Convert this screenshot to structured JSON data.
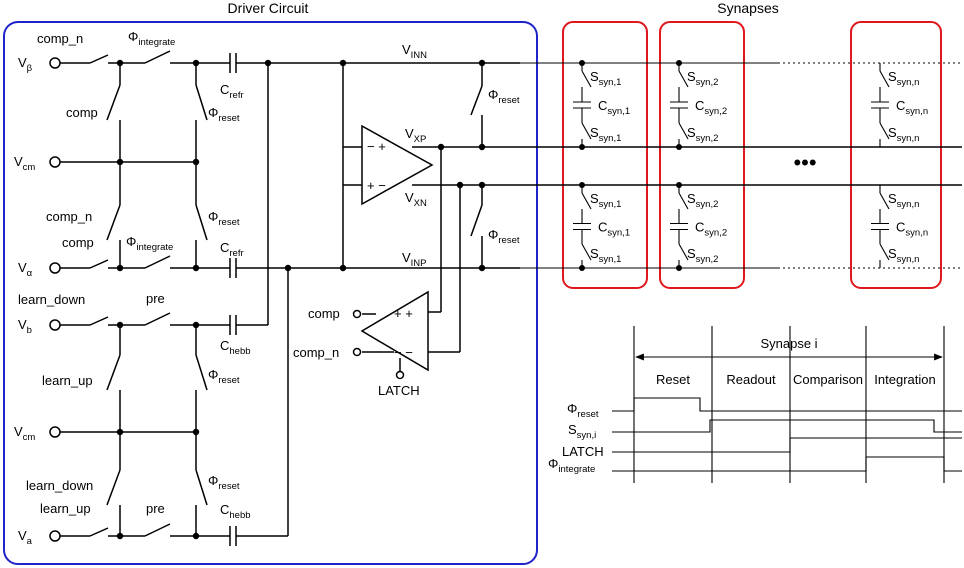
{
  "titles": {
    "driver": "Driver Circuit",
    "synapses": "Synapses"
  },
  "colors": {
    "driver_box": "#1f24c8",
    "synapse_box": "#e0171b"
  },
  "inputs": {
    "vbeta": {
      "main": "V",
      "sub": "β"
    },
    "vcm1": {
      "main": "V",
      "sub": "cm"
    },
    "valpha": {
      "main": "V",
      "sub": "α"
    },
    "vb": {
      "main": "V",
      "sub": "b"
    },
    "vcm2": {
      "main": "V",
      "sub": "cm"
    },
    "va": {
      "main": "V",
      "sub": "a"
    }
  },
  "switches": {
    "comp_n_top": "comp_n",
    "phi_int_top": {
      "main": "Φ",
      "sub": "integrate"
    },
    "comp": "comp",
    "phi_reset_1": {
      "main": "Φ",
      "sub": "reset"
    },
    "comp_n_mid": "comp_n",
    "phi_reset_2": {
      "main": "Φ",
      "sub": "reset"
    },
    "comp_lower": "comp",
    "phi_int_lower": {
      "main": "Φ",
      "sub": "integrate"
    },
    "learn_down_1": "learn_down",
    "pre_1": "pre",
    "learn_up_1": "learn_up",
    "phi_reset_3": {
      "main": "Φ",
      "sub": "reset"
    },
    "learn_down_2": "learn_down",
    "phi_reset_4": {
      "main": "Φ",
      "sub": "reset"
    },
    "learn_up_2": "learn_up",
    "pre_2": "pre",
    "phi_reset_inn": {
      "main": "Φ",
      "sub": "reset"
    },
    "phi_reset_inp": {
      "main": "Φ",
      "sub": "reset"
    }
  },
  "capacitors": {
    "crefr_1": {
      "main": "C",
      "sub": "refr"
    },
    "crefr_2": {
      "main": "C",
      "sub": "refr"
    },
    "chebb_1": {
      "main": "C",
      "sub": "hebb"
    },
    "chebb_2": {
      "main": "C",
      "sub": "hebb"
    }
  },
  "nodes": {
    "vinn": {
      "main": "V",
      "sub": "INN"
    },
    "vxp": {
      "main": "V",
      "sub": "XP"
    },
    "vxn": {
      "main": "V",
      "sub": "XN"
    },
    "vinp": {
      "main": "V",
      "sub": "INP"
    }
  },
  "amp_signs": {
    "top": "− +",
    "bottom": "+ −"
  },
  "latch": {
    "comp": "comp",
    "comp_n": "comp_n",
    "latch": "LATCH",
    "signs_top": "+ +",
    "signs_bottom": "− −"
  },
  "synapse_columns": [
    {
      "s": {
        "main": "S",
        "sub": "syn,1"
      },
      "c": {
        "main": "C",
        "sub": "syn,1"
      }
    },
    {
      "s": {
        "main": "S",
        "sub": "syn,2"
      },
      "c": {
        "main": "C",
        "sub": "syn,2"
      }
    },
    {
      "s": {
        "main": "S",
        "sub": "syn,n"
      },
      "c": {
        "main": "C",
        "sub": "syn,n"
      }
    }
  ],
  "ellipsis": "•••",
  "timing": {
    "title": "Synapse i",
    "phases": [
      "Reset",
      "Readout",
      "Comparison",
      "Integration"
    ],
    "signals": [
      {
        "main": "Φ",
        "sub": "reset"
      },
      {
        "main": "S",
        "sub": "syn,i"
      },
      {
        "main": "LATCH",
        "sub": ""
      },
      {
        "main": "Φ",
        "sub": "integrate"
      }
    ]
  }
}
